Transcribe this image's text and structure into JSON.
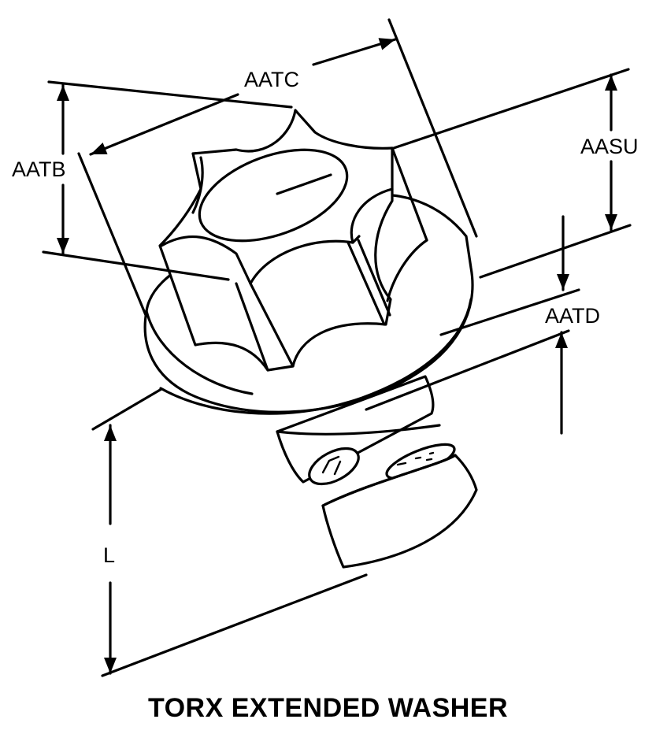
{
  "title": "TORX EXTENDED WASHER",
  "dimensions": {
    "aatc": "AATC",
    "aatb": "AATB",
    "aasu": "AASU",
    "aatd": "AATD",
    "l": "L"
  },
  "colors": {
    "ink": "#000000",
    "paper": "#ffffff"
  }
}
